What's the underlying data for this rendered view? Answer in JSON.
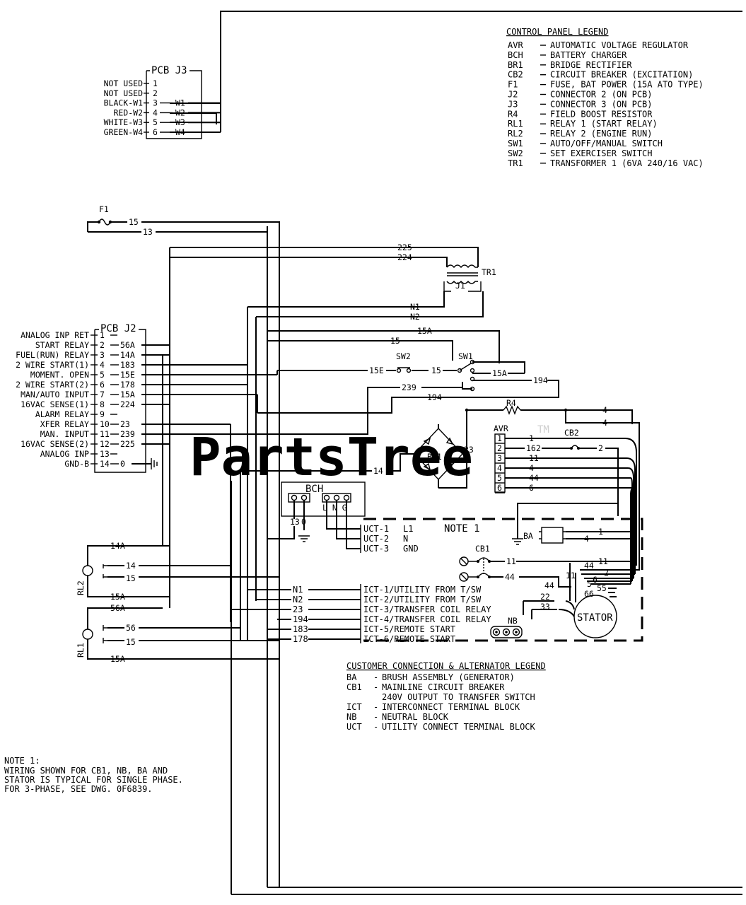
{
  "pcb_j3": {
    "title": "PCB J3",
    "pins": [
      {
        "label": "NOT USED",
        "num": "1",
        "wire": ""
      },
      {
        "label": "NOT USED",
        "num": "2",
        "wire": ""
      },
      {
        "label": "BLACK-W1",
        "num": "3",
        "wire": "W1"
      },
      {
        "label": "RED-W2",
        "num": "4",
        "wire": "W2"
      },
      {
        "label": "WHITE-W3",
        "num": "5",
        "wire": "W3"
      },
      {
        "label": "GREEN-W4",
        "num": "6",
        "wire": "W4"
      }
    ]
  },
  "control_legend": {
    "title": "CONTROL PANEL LEGEND",
    "items": [
      {
        "code": "AVR",
        "desc": "AUTOMATIC VOLTAGE REGULATOR"
      },
      {
        "code": "BCH",
        "desc": "BATTERY CHARGER"
      },
      {
        "code": "BR1",
        "desc": "BRIDGE RECTIFIER"
      },
      {
        "code": "CB2",
        "desc": "CIRCUIT BREAKER (EXCITATION)"
      },
      {
        "code": "F1",
        "desc": "FUSE, BAT POWER (15A ATO TYPE)"
      },
      {
        "code": "J2",
        "desc": "CONNECTOR 2 (ON PCB)"
      },
      {
        "code": "J3",
        "desc": "CONNECTOR 3 (ON PCB)"
      },
      {
        "code": "R4",
        "desc": "FIELD BOOST RESISTOR"
      },
      {
        "code": "RL1",
        "desc": "RELAY 1 (START RELAY)"
      },
      {
        "code": "RL2",
        "desc": "RELAY 2 (ENGINE RUN)"
      },
      {
        "code": "SW1",
        "desc": "AUTO/OFF/MANUAL SWITCH"
      },
      {
        "code": "SW2",
        "desc": "SET EXERCISER SWITCH"
      },
      {
        "code": "TR1",
        "desc": "TRANSFORMER 1 (6VA 240/16 VAC)"
      }
    ]
  },
  "pcb_j2": {
    "title": "PCB J2",
    "pins": [
      {
        "label": "ANALOG INP RET",
        "num": "1",
        "wire": ""
      },
      {
        "label": "START RELAY",
        "num": "2",
        "wire": "56A"
      },
      {
        "label": "FUEL(RUN) RELAY",
        "num": "3",
        "wire": "14A"
      },
      {
        "label": "2 WIRE START(1)",
        "num": "4",
        "wire": "183"
      },
      {
        "label": "MOMENT. OPEN",
        "num": "5",
        "wire": "15E"
      },
      {
        "label": "2 WIRE START(2)",
        "num": "6",
        "wire": "178"
      },
      {
        "label": "MAN/AUTO INPUT",
        "num": "7",
        "wire": "15A"
      },
      {
        "label": "16VAC SENSE(1)",
        "num": "8",
        "wire": "224"
      },
      {
        "label": "ALARM RELAY",
        "num": "9",
        "wire": ""
      },
      {
        "label": "XFER RELAY",
        "num": "10",
        "wire": "23"
      },
      {
        "label": "MAN. INPUT",
        "num": "11",
        "wire": "239"
      },
      {
        "label": "16VAC SENSE(2)",
        "num": "12",
        "wire": "225"
      },
      {
        "label": "ANALOG INP",
        "num": "13",
        "wire": ""
      },
      {
        "label": "GND-B",
        "num": "14",
        "wire": "0"
      }
    ]
  },
  "components": {
    "f1": "F1",
    "tr1": "TR1",
    "j1": "J1",
    "sw1": "SW1",
    "sw2": "SW2",
    "r4": "R4",
    "avr": "AVR",
    "cb2": "CB2",
    "br1": "BR1",
    "bch": "BCH",
    "bch_terms": "L N G",
    "ba": "BA",
    "cb1": "CB1",
    "nb": "NB",
    "stator": "STATOR",
    "rl1": "RL1",
    "rl2": "RL2",
    "note_label": "NOTE 1"
  },
  "wires": {
    "w15": "15",
    "w13": "13",
    "w225": "225",
    "w224": "224",
    "n1": "N1",
    "n2": "N2",
    "w15a": "15A",
    "w15b": "15",
    "w15e": "15E",
    "w15c": "15",
    "w15a2": "15A",
    "w194": "194",
    "w239": "239",
    "w194b": "194",
    "w4a": "4",
    "w4b": "4",
    "w23": "23",
    "w14": "14",
    "avr1": "1",
    "avr162": "162",
    "avr11": "11",
    "avr4": "4",
    "avr44": "44",
    "avr6": "6",
    "cb2_2": "2",
    "bch13": "13",
    "bch0": "0",
    "ba1": "1",
    "ba4": "4",
    "cb1_11": "11",
    "cb1_44": "44",
    "st11": "11",
    "st44": "44",
    "st2": "2",
    "st6": "6",
    "st11b": "11",
    "st44b": "44",
    "st5": "5",
    "st55": "55",
    "st66": "66",
    "st22": "22",
    "st33": "33",
    "rl2_14a": "14A",
    "rl2_14": "14",
    "rl2_15": "15",
    "rl2_15a": "15A",
    "rl1_56a": "56A",
    "rl1_56": "56",
    "rl1_15": "15",
    "rl1_15a": "15A",
    "ict_n1": "N1",
    "ict_n2": "N2",
    "ict_23": "23",
    "ict_194": "194",
    "ict_183": "183",
    "ict_178": "178"
  },
  "uct": [
    {
      "code": "UCT-1",
      "term": "L1"
    },
    {
      "code": "UCT-2",
      "term": "N"
    },
    {
      "code": "UCT-3",
      "term": "GND"
    }
  ],
  "ict": [
    "ICT-1/UTILITY FROM T/SW",
    "ICT-2/UTILITY FROM T/SW",
    "ICT-3/TRANSFER COIL RELAY",
    "ICT-4/TRANSFER COIL RELAY",
    "ICT-5/REMOTE START",
    "ICT-6/REMOTE START"
  ],
  "customer_legend": {
    "title": "CUSTOMER CONNECTION & ALTERNATOR LEGEND",
    "lines": [
      {
        "code": "BA",
        "sep": "-",
        "desc": "BRUSH ASSEMBLY (GENERATOR)"
      },
      {
        "code": "CB1",
        "sep": "-",
        "desc": "MAINLINE CIRCUIT BREAKER"
      },
      {
        "code": "",
        "sep": "",
        "desc": "240V OUTPUT TO TRANSFER SWITCH"
      },
      {
        "code": "ICT",
        "sep": "-",
        "desc": "INTERCONNECT TERMINAL BLOCK"
      },
      {
        "code": "NB",
        "sep": "-",
        "desc": "NEUTRAL BLOCK"
      },
      {
        "code": "UCT",
        "sep": "-",
        "desc": "UTILITY CONNECT TERMINAL BLOCK"
      }
    ]
  },
  "note": {
    "title": "NOTE 1:",
    "lines": [
      "WIRING SHOWN FOR CB1, NB, BA AND",
      "STATOR IS TYPICAL FOR SINGLE PHASE.",
      "FOR 3-PHASE, SEE DWG. 0F6839."
    ]
  },
  "watermark": "PartsTree",
  "watermark_tm": "TM"
}
